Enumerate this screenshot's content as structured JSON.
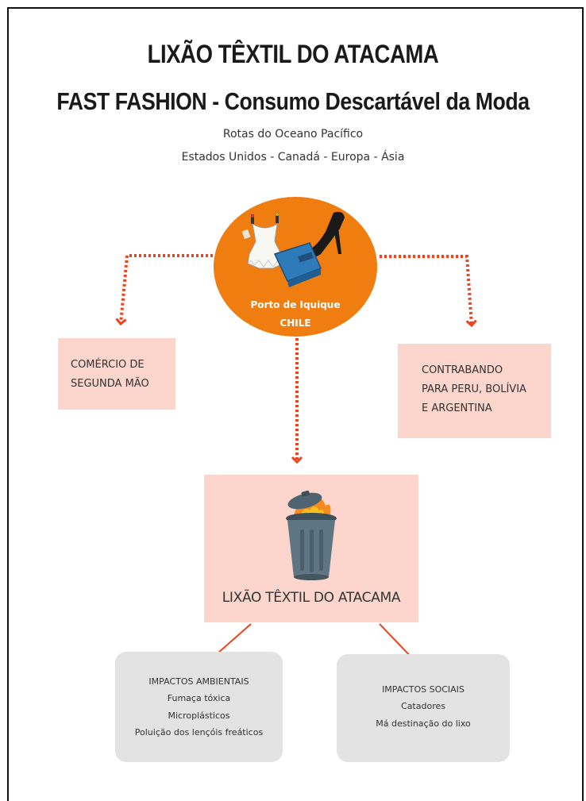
{
  "header": {
    "title_1": "LIXÃO TÊXTIL DO ATACAMA",
    "title_2": "FAST FASHION - Consumo Descartável da Moda",
    "subtitle_1": "Rotas do Oceano Pacífico",
    "subtitle_2": "Estados Unidos - Canadá - Europa - Ásia"
  },
  "hub": {
    "label_1": "Porto de Iquique",
    "label_2": "CHILE",
    "color": "#f07d0f"
  },
  "left_box": {
    "lines": [
      "COMÉRCIO DE",
      "SEGUNDA MÃO"
    ]
  },
  "right_box": {
    "lines": [
      "CONTRABANDO",
      "PARA PERU, BOLÍVIA",
      "E ARGENTINA"
    ]
  },
  "center_box": {
    "label": "LIXÃO TÊXTIL DO ATACAMA"
  },
  "impacts": {
    "environmental": {
      "heading": "IMPACTOS AMBIENTAIS",
      "items": [
        "Fumaça tóxica",
        "Microplásticos",
        "Poluição dos lençóis freáticos"
      ]
    },
    "social": {
      "heading": "IMPACTOS SOCIAIS",
      "items": [
        "Catadores",
        "Má destinação do lixo"
      ]
    }
  },
  "colors": {
    "arrow": "#f0421c",
    "box_fill": "#fcd5cc",
    "impact_fill": "#e3e3e3"
  },
  "icons": [
    "dress-icon",
    "high-heel-shoe-icon",
    "wallet-icon",
    "burning-trash-can-icon"
  ]
}
